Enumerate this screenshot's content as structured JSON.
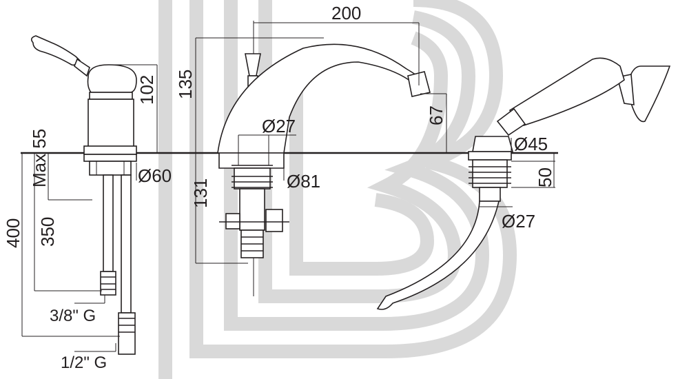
{
  "watermark": {
    "letter": "B",
    "color": "#d9d9d9"
  },
  "colors": {
    "line": "#231f20",
    "background": "#ffffff"
  },
  "dimensions": {
    "spout_spacing": "200",
    "spout_height": "135",
    "handle_height": "102",
    "spout_outlet_height": "67",
    "handle_base_max": "Max 55",
    "mixer_below_deck": "131",
    "handshower_base": "50",
    "hose_length_left": "400",
    "hose_length_right": "350",
    "thread_left": "3/8\" G",
    "thread_right": "1/2\" G",
    "dia_60": "Ø60",
    "dia_27_spout": "Ø27",
    "dia_81": "Ø81",
    "dia_45": "Ø45",
    "dia_27_hose": "Ø27"
  }
}
